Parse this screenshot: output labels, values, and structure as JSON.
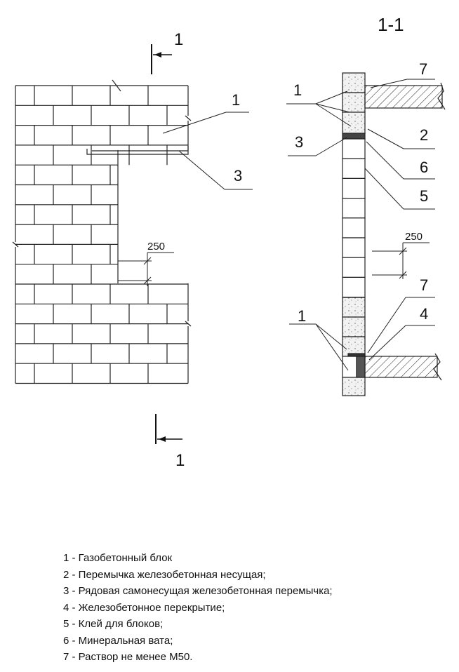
{
  "section_title": "1-1",
  "callouts": {
    "front_block": "1",
    "front_lintel": "3",
    "section_blocks_top": "1",
    "section_mortar_top": "7",
    "section_row_lintel": "3",
    "section_bearing_lintel": "2",
    "section_wool": "6",
    "section_glue": "5",
    "section_mortar_bottom": "7",
    "section_blocks_bottom": "1",
    "section_slab": "4"
  },
  "cut_marks": {
    "top": "1",
    "bottom": "1"
  },
  "dimensions": {
    "front": "250",
    "section": "250"
  },
  "legend": [
    "1 - Газобетонный блок",
    "2 - Перемычка железобетонная несущая;",
    "3 - Рядовая самонесущая железобетонная перемычка;",
    "4 - Железобетонное перекрытие;",
    "5 - Клей для блоков;",
    "6 - Минеральная вата;",
    "7 - Раствор не менее М50."
  ]
}
